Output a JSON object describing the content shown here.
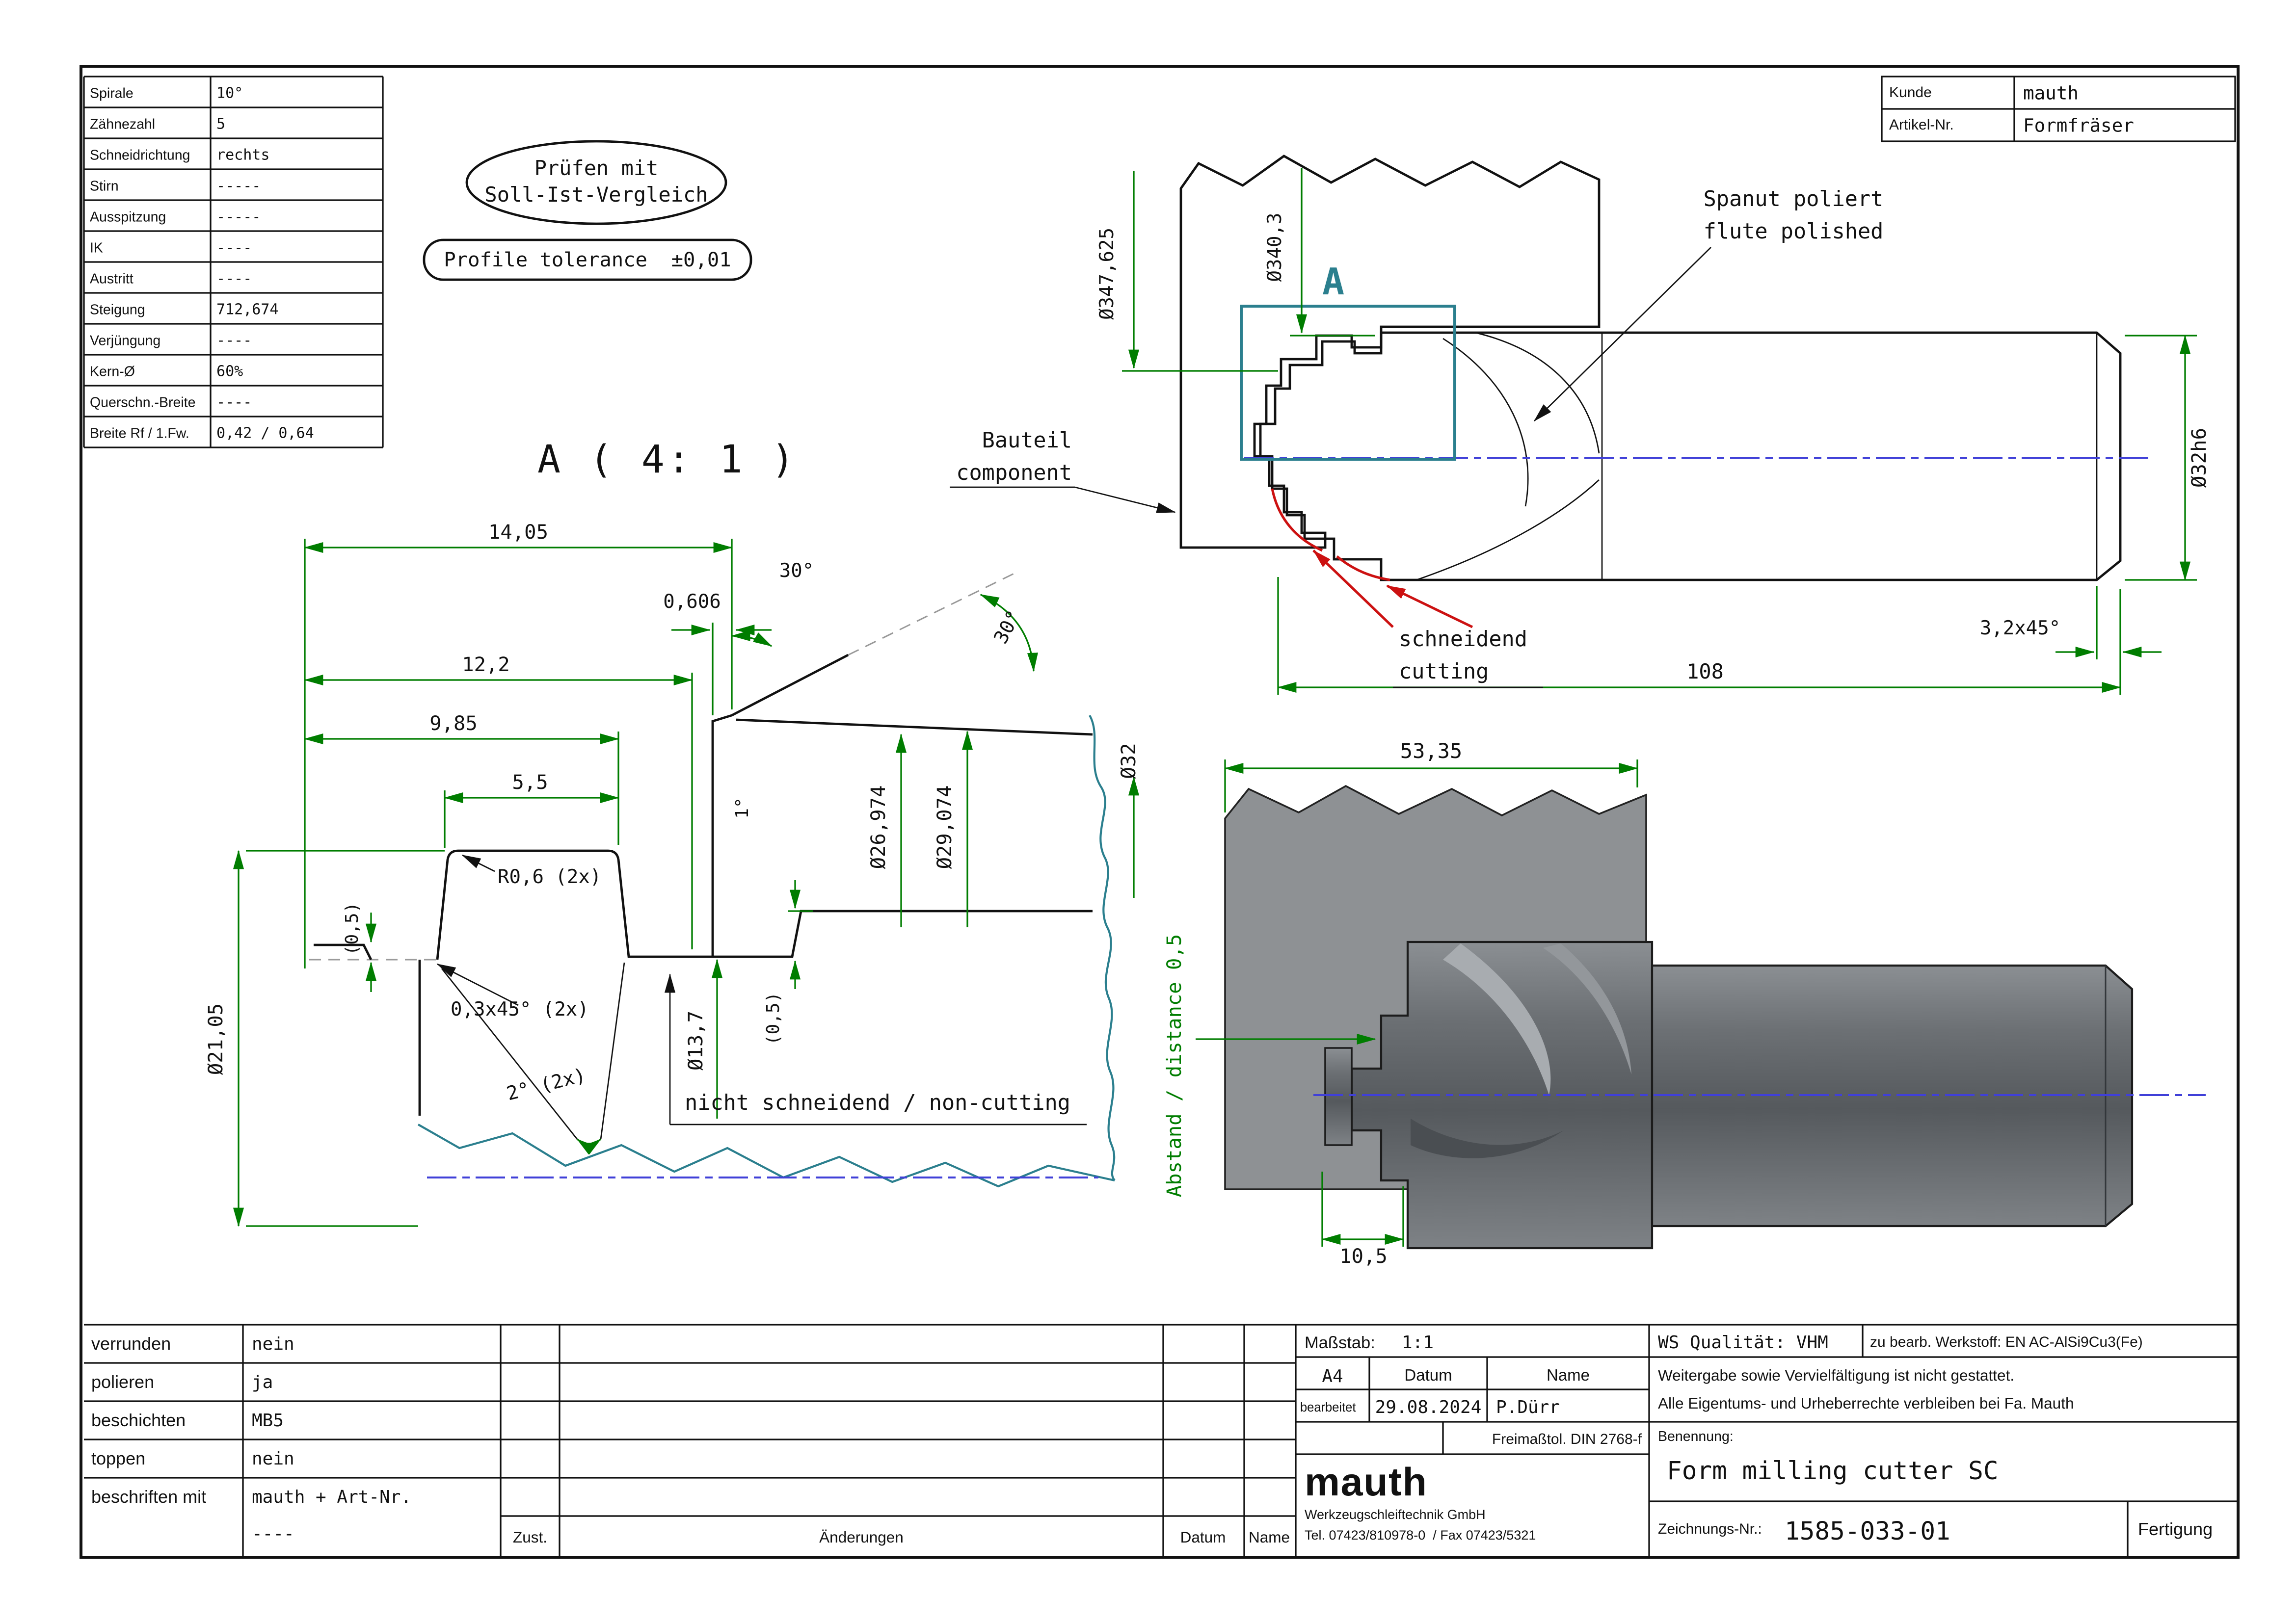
{
  "colors": {
    "dimension_green": "#007d00",
    "detail_teal": "#2b7f8e",
    "centerline_blue": "#4040d8",
    "cutting_red": "#cc1111",
    "component_gray": "#8e9194",
    "tool_gray": "#606468"
  },
  "param_table": {
    "rows": [
      {
        "label": "Spirale",
        "value": "10°"
      },
      {
        "label": "Zähnezahl",
        "value": "5"
      },
      {
        "label": "Schneidrichtung",
        "value": "rechts"
      },
      {
        "label": "Stirn",
        "value": "-----"
      },
      {
        "label": "Ausspitzung",
        "value": "-----"
      },
      {
        "label": "IK",
        "value": "----"
      },
      {
        "label": "Austritt",
        "value": "----"
      },
      {
        "label": "Steigung",
        "value": "712,674"
      },
      {
        "label": "Verjüngung",
        "value": "----"
      },
      {
        "label": "Kern-Ø",
        "value": "60%"
      },
      {
        "label": "Querschn.-Breite",
        "value": "----"
      },
      {
        "label": "Breite Rf / 1.Fw.",
        "value": "0,42 / 0,64"
      }
    ]
  },
  "customer": {
    "kunde_label": "Kunde",
    "kunde_value": "mauth",
    "artikel_label": "Artikel-Nr.",
    "artikel_value": "Formfräser"
  },
  "notes": {
    "pruefen1": "Prüfen mit",
    "pruefen2": "Soll-Ist-Vergleich",
    "profile_tol": "Profile tolerance  ±0,01",
    "detail_title": "A ( 4: 1 )",
    "detail_marker": "A",
    "spanut_de": "Spanut poliert",
    "spanut_en": "flute polished",
    "bauteil_de": "Bauteil",
    "bauteil_en": "component",
    "schneidend_de": "schneidend",
    "schneidend_en": "cutting",
    "nicht_schneidend": "nicht schneidend / non-cutting",
    "abstand": "Abstand / distance 0,5"
  },
  "dims": {
    "d14_05": "14,05",
    "d0_606": "0,606",
    "a30_top": "30°",
    "a30_slant": "30°",
    "d12_2": "12,2",
    "d9_85": "9,85",
    "d5_5": "5,5",
    "r0_6": "R0,6 (2x)",
    "g0_5_l": "(0,5)",
    "dia21_05": "Ø21,05",
    "ch0_3": "0,3x45° (2x)",
    "a2": "2° (2x)",
    "dia13_7": "Ø13,7",
    "g0_5_r": "(0,5)",
    "a1": "1°",
    "dia26_974": "Ø26,974",
    "dia29_074": "Ø29,074",
    "dia32": "Ø32",
    "dia347_625": "Ø347,625",
    "dia340_3": "Ø340,3",
    "dia32h6": "Ø32h6",
    "ch3_2": "3,2x45°",
    "len108": "108",
    "d53_35": "53,35",
    "d10_5": "10,5"
  },
  "finish_table": {
    "rows": [
      {
        "label": "verrunden",
        "value": "nein"
      },
      {
        "label": "polieren",
        "value": "ja"
      },
      {
        "label": "beschichten",
        "value": "MB5"
      },
      {
        "label": "toppen",
        "value": "nein"
      },
      {
        "label": "beschriften mit",
        "value": "mauth + Art-Nr."
      }
    ],
    "last_value2": "----"
  },
  "revision": {
    "zust": "Zust.",
    "aenderungen": "Änderungen",
    "datum": "Datum",
    "name": "Name"
  },
  "title_block": {
    "massstab_label": "Maßstab:",
    "massstab_value": "1:1",
    "format": "A4",
    "datum_label": "Datum",
    "name_label": "Name",
    "bearbeitet_label": "bearbeitet",
    "bearbeitet_datum": "29.08.2024",
    "bearbeitet_name": "P.Dürr",
    "freimasstol": "Freimaßtol. DIN 2768-f",
    "logo": "mauth",
    "company": "Werkzeugschleiftechnik GmbH",
    "contact": "Tel. 07423/810978-0  / Fax 07423/5321",
    "ws_qualitaet": "WS Qualität: VHM",
    "werkstoff": "zu bearb. Werkstoff: EN AC-AlSi9Cu3(Fe)",
    "legal1": "Weitergabe sowie Vervielfältigung ist nicht gestattet.",
    "legal2": "Alle Eigentums- und Urheberrechte verbleiben bei Fa. Mauth",
    "benennung_label": "Benennung:",
    "benennung_value": "Form milling cutter SC",
    "zeichnung_label": "Zeichnungs-Nr.:",
    "zeichnung_value": "1585-033-01",
    "fertigung": "Fertigung"
  }
}
